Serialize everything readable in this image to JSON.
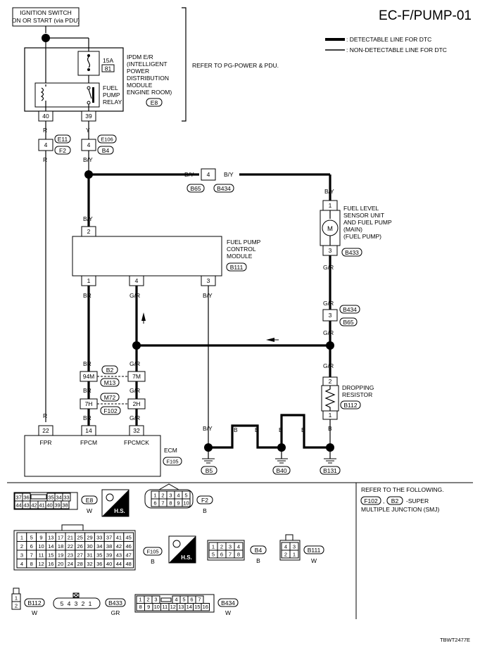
{
  "title": "EC-F/PUMP-01",
  "legend": {
    "detectable": ": DETECTABLE LINE FOR DTC",
    "non_detectable": ": NON-DETECTABLE LINE FOR DTC"
  },
  "ignition": {
    "line1": "IGNITION SWITCH",
    "line2": "ON OR START (via PDU)"
  },
  "ipdm": {
    "fuse_amp": "15A",
    "fuse_no": "81",
    "relay_lines": [
      "FUEL",
      "PUMP",
      "RELAY"
    ],
    "name_lines": [
      "IPDM E/R",
      "(INTELLIGENT",
      "POWER",
      "DISTRIBUTION",
      "MODULE",
      "ENGINE ROOM)"
    ],
    "connector": "E8",
    "pins": [
      "40",
      "39"
    ]
  },
  "refer_power": "REFER TO PG-POWER & PDU.",
  "wires": {
    "r": "R",
    "y": "Y",
    "by": "B/Y",
    "br": "BR",
    "gr": "G/R",
    "b": "B"
  },
  "connectors": {
    "e11": "E11",
    "f2": "F2",
    "e106": "E106",
    "b4": "B4",
    "b65": "B65",
    "b434": "B434",
    "b433": "B433",
    "b111": "B111",
    "b2": "B2",
    "m13": "M13",
    "m72": "M72",
    "f102": "F102",
    "b112": "B112",
    "f105": "F105",
    "b5": "B5",
    "b40": "B40",
    "b131": "B131"
  },
  "pins": {
    "p4": "4",
    "p1": "1",
    "p2": "2",
    "p3": "3",
    "p94m": "94M",
    "p7m": "7M",
    "p7h": "7H",
    "p2h": "2H",
    "p22": "22",
    "p14": "14",
    "p32": "32"
  },
  "fuel_pump": {
    "name_lines": [
      "FUEL LEVEL",
      "SENSOR UNIT",
      "AND FUEL PUMP",
      "(MAIN)",
      "(FUEL PUMP)"
    ],
    "motor": "M"
  },
  "fpcm": {
    "name_lines": [
      "FUEL PUMP",
      "CONTROL",
      "MODULE"
    ]
  },
  "resistor": {
    "name_lines": [
      "DROPPING",
      "RESISTOR"
    ]
  },
  "ecm": {
    "name": "ECM",
    "terminals": [
      "FPR",
      "FPCM",
      "FPCMCK"
    ]
  },
  "connector_views": {
    "e8_top": [
      "37",
      "36",
      "",
      "35",
      "34",
      "33"
    ],
    "e8_bottom": [
      "44",
      "43",
      "42",
      "41",
      "40",
      "39",
      "38"
    ],
    "e8_color": "W",
    "hs": "H.S.",
    "f2_top": [
      "1",
      "2",
      "3",
      "4",
      "5"
    ],
    "f2_bottom": [
      "6",
      "7",
      "8",
      "9",
      "10"
    ],
    "f2_color": "B",
    "f105_rows": [
      [
        "1",
        "5",
        "9",
        "13",
        "17",
        "21",
        "25",
        "29",
        "33",
        "37",
        "41",
        "45"
      ],
      [
        "2",
        "6",
        "10",
        "14",
        "18",
        "22",
        "26",
        "30",
        "34",
        "38",
        "42",
        "46"
      ],
      [
        "3",
        "7",
        "11",
        "15",
        "19",
        "23",
        "27",
        "31",
        "35",
        "39",
        "43",
        "47"
      ],
      [
        "4",
        "8",
        "12",
        "16",
        "20",
        "24",
        "28",
        "32",
        "36",
        "40",
        "44",
        "48"
      ]
    ],
    "f105_color": "B",
    "b4_top": [
      "1",
      "2",
      "3",
      "4"
    ],
    "b4_bottom": [
      "5",
      "6",
      "7",
      "8"
    ],
    "b4_color": "B",
    "b111_top": [
      "4",
      "3"
    ],
    "b111_bottom": [
      "2",
      "1"
    ],
    "b111_color": "W",
    "b112_cells": [
      "1",
      "2"
    ],
    "b112_color": "W",
    "b433_cells": [
      "5",
      "4",
      "3",
      "2",
      "1"
    ],
    "b433_color": "GR",
    "b434_top": [
      "1",
      "2",
      "3",
      "",
      "4",
      "5",
      "6",
      "7"
    ],
    "b434_bottom": [
      "8",
      "9",
      "10",
      "11",
      "12",
      "13",
      "14",
      "15",
      "16"
    ],
    "b434_color": "W"
  },
  "refer_smj": {
    "line1": "REFER TO THE FOLLOWING.",
    "line2": "-SUPER",
    "line3": "MULTIPLE JUNCTION (SMJ)",
    "sep": ","
  },
  "code": "TBWT2477E"
}
